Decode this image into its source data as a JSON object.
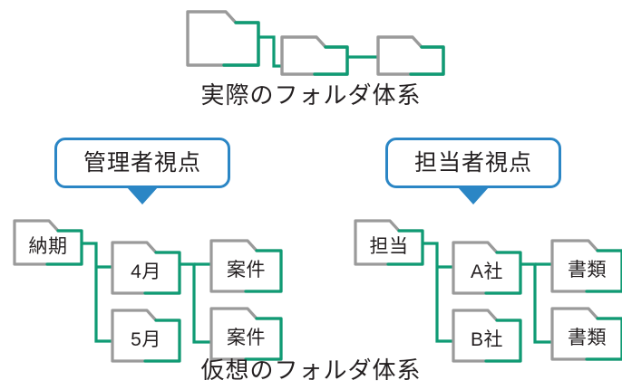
{
  "colors": {
    "folder_outline": "#9a9a9a",
    "folder_accent": "#0f9b74",
    "connector": "#0f9b74",
    "bubble_border": "#2b86c5",
    "bubble_tail": "#2b86c5",
    "text": "#231f20",
    "background": "#ffffff"
  },
  "top_section": {
    "caption": "実際のフォルダ体系",
    "folders": [
      {
        "label": "",
        "name": "folder-actual-1"
      },
      {
        "label": "",
        "name": "folder-actual-2"
      },
      {
        "label": "",
        "name": "folder-actual-3"
      }
    ]
  },
  "bottom_section": {
    "caption": "仮想のフォルダ体系",
    "left_view": {
      "bubble_label": "管理者視点",
      "root": {
        "label": "納期"
      },
      "level2": [
        {
          "label": "4月"
        },
        {
          "label": "5月"
        }
      ],
      "level3": [
        {
          "label": "案件"
        },
        {
          "label": "案件"
        }
      ]
    },
    "right_view": {
      "bubble_label": "担当者視点",
      "root": {
        "label": "担当"
      },
      "level2": [
        {
          "label": "A社"
        },
        {
          "label": "B社"
        }
      ],
      "level3": [
        {
          "label": "書類"
        },
        {
          "label": "書類"
        }
      ]
    }
  }
}
